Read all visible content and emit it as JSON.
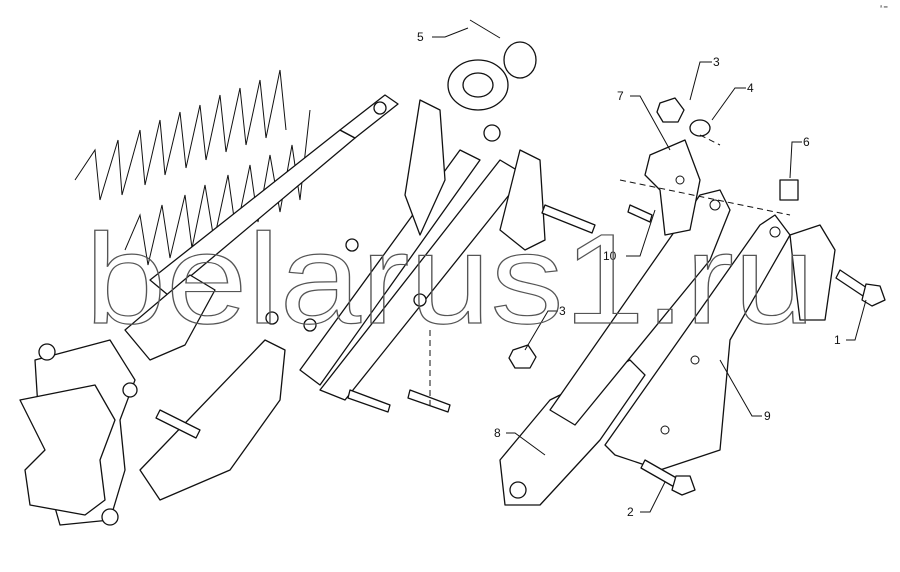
{
  "watermark": "belarus1.ru",
  "corner_mark": "ᵃ ━",
  "callouts": {
    "c1": "1",
    "c2": "2",
    "c3a": "3",
    "c3b": "3",
    "c4": "4",
    "c5": "5",
    "c6": "6",
    "c7": "7",
    "c8": "8",
    "c9": "9",
    "c10": "10"
  }
}
